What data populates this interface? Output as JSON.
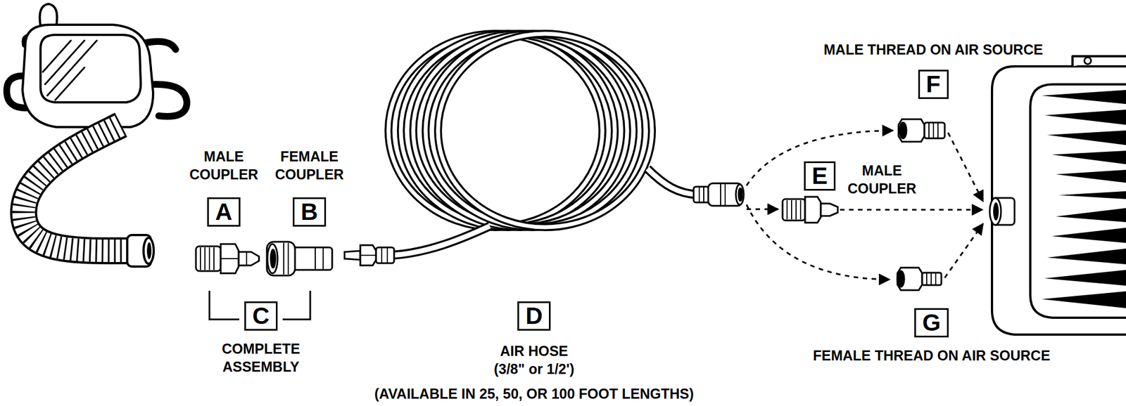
{
  "diagram": {
    "nodes": [
      {
        "text": [
          "MALE COUPLER",
          "A"
        ]
      },
      {
        "text": [
          "FEMALE COUPLER",
          "B"
        ]
      },
      {
        "text": [
          "C",
          "COMPLETE ASSEMBLY"
        ]
      },
      {
        "text": [
          "D",
          "AIR HOSE (3/8\" or 1/2')",
          "(AVAILABLE IN 25, 50, OR 100 FOOT LENGTHS)"
        ]
      },
      {
        "text": [
          "MALE THREAD ON AIR SOURCE",
          "F"
        ]
      },
      {
        "text": [
          "E",
          "MALE COUPLER"
        ]
      },
      {
        "text": [
          "G",
          "FEMALE THREAD ON AIR SOURCE"
        ]
      }
    ]
  }
}
